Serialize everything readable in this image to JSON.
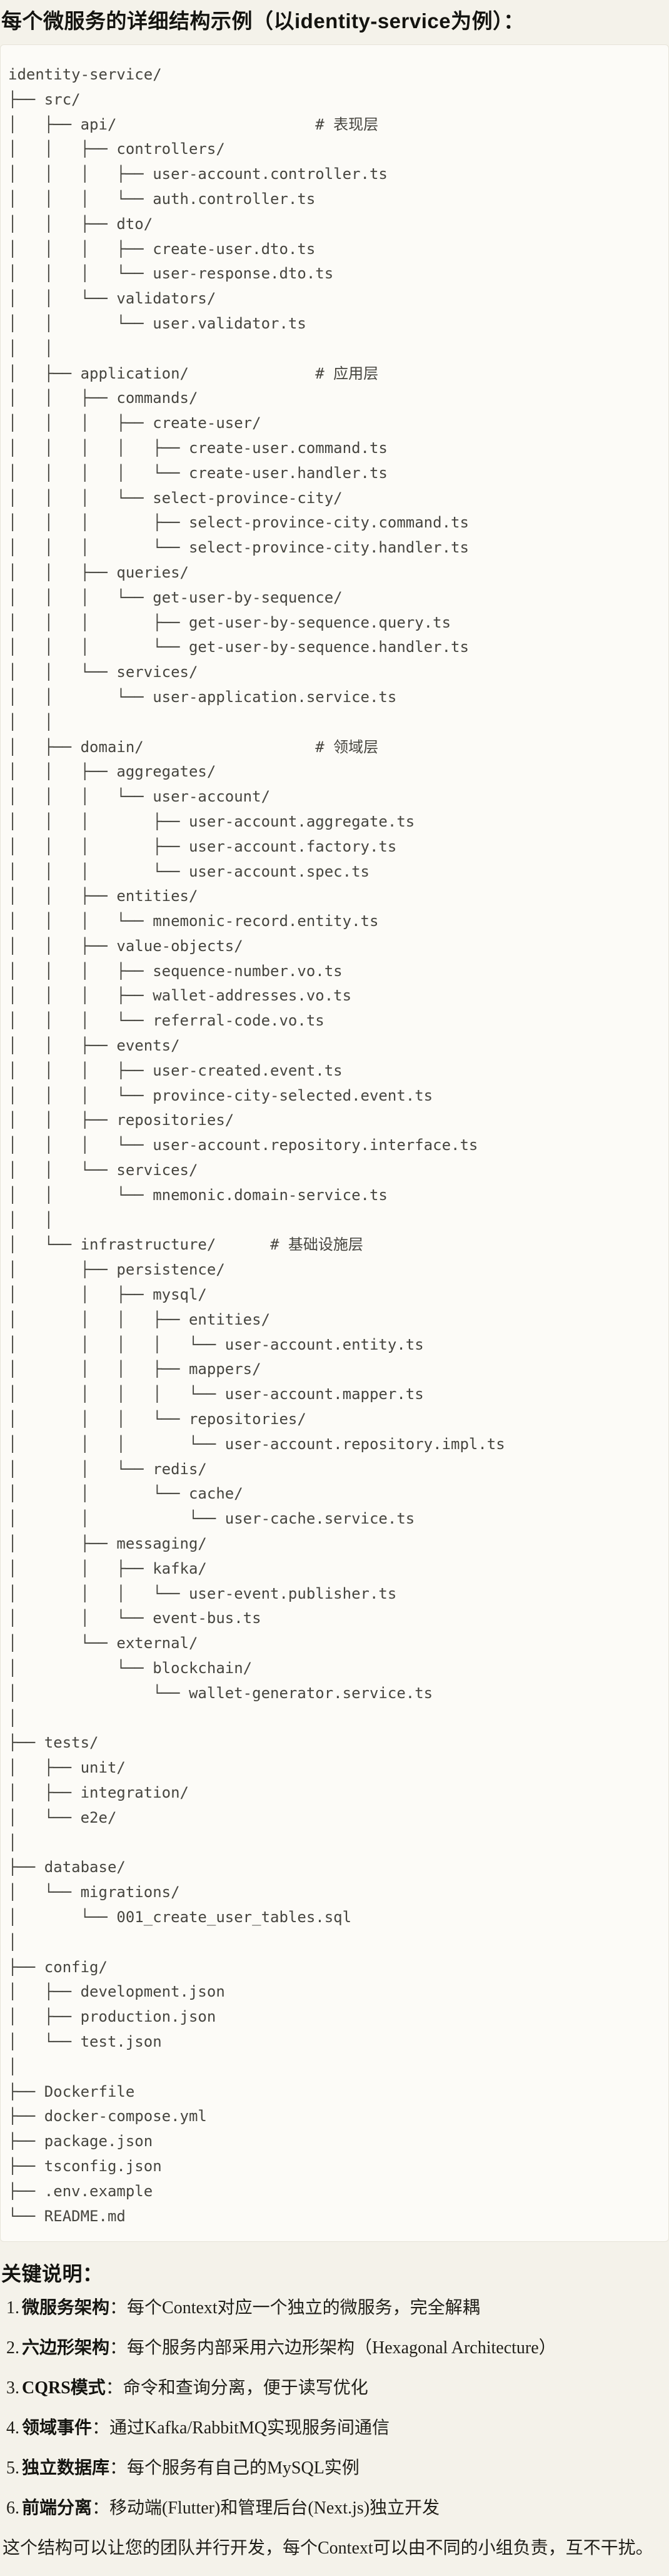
{
  "title": "每个微服务的详细结构示例（以identity-service为例）：",
  "colors": {
    "page_background": "#f4f2ea",
    "code_background": "#fcfbf7",
    "code_border": "#e7e4d9",
    "code_text": "#46453f",
    "body_text": "#201f19"
  },
  "tree": {
    "lines": [
      "identity-service/",
      "├── src/",
      "│   ├── api/                      # 表现层",
      "│   │   ├── controllers/",
      "│   │   │   ├── user-account.controller.ts",
      "│   │   │   └── auth.controller.ts",
      "│   │   ├── dto/",
      "│   │   │   ├── create-user.dto.ts",
      "│   │   │   └── user-response.dto.ts",
      "│   │   └── validators/",
      "│   │       └── user.validator.ts",
      "│   │",
      "│   ├── application/              # 应用层",
      "│   │   ├── commands/",
      "│   │   │   ├── create-user/",
      "│   │   │   │   ├── create-user.command.ts",
      "│   │   │   │   └── create-user.handler.ts",
      "│   │   │   └── select-province-city/",
      "│   │   │       ├── select-province-city.command.ts",
      "│   │   │       └── select-province-city.handler.ts",
      "│   │   ├── queries/",
      "│   │   │   └── get-user-by-sequence/",
      "│   │   │       ├── get-user-by-sequence.query.ts",
      "│   │   │       └── get-user-by-sequence.handler.ts",
      "│   │   └── services/",
      "│   │       └── user-application.service.ts",
      "│   │",
      "│   ├── domain/                   # 领域层",
      "│   │   ├── aggregates/",
      "│   │   │   └── user-account/",
      "│   │   │       ├── user-account.aggregate.ts",
      "│   │   │       ├── user-account.factory.ts",
      "│   │   │       └── user-account.spec.ts",
      "│   │   ├── entities/",
      "│   │   │   └── mnemonic-record.entity.ts",
      "│   │   ├── value-objects/",
      "│   │   │   ├── sequence-number.vo.ts",
      "│   │   │   ├── wallet-addresses.vo.ts",
      "│   │   │   └── referral-code.vo.ts",
      "│   │   ├── events/",
      "│   │   │   ├── user-created.event.ts",
      "│   │   │   └── province-city-selected.event.ts",
      "│   │   ├── repositories/",
      "│   │   │   └── user-account.repository.interface.ts",
      "│   │   └── services/",
      "│   │       └── mnemonic.domain-service.ts",
      "│   │",
      "│   └── infrastructure/      # 基础设施层",
      "│       ├── persistence/",
      "│       │   ├── mysql/",
      "│       │   │   ├── entities/",
      "│       │   │   │   └── user-account.entity.ts",
      "│       │   │   ├── mappers/",
      "│       │   │   │   └── user-account.mapper.ts",
      "│       │   │   └── repositories/",
      "│       │   │       └── user-account.repository.impl.ts",
      "│       │   └── redis/",
      "│       │       └── cache/",
      "│       │           └── user-cache.service.ts",
      "│       ├── messaging/",
      "│       │   ├── kafka/",
      "│       │   │   └── user-event.publisher.ts",
      "│       │   └── event-bus.ts",
      "│       └── external/",
      "│           └── blockchain/",
      "│               └── wallet-generator.service.ts",
      "│",
      "├── tests/",
      "│   ├── unit/",
      "│   ├── integration/",
      "│   └── e2e/",
      "│",
      "├── database/",
      "│   └── migrations/",
      "│       └── 001_create_user_tables.sql",
      "│",
      "├── config/",
      "│   ├── development.json",
      "│   ├── production.json",
      "│   └── test.json",
      "│",
      "├── Dockerfile",
      "├── docker-compose.yml",
      "├── package.json",
      "├── tsconfig.json",
      "├── .env.example",
      "└── README.md"
    ]
  },
  "notes": {
    "heading": "关键说明：",
    "items": [
      {
        "num": "1.",
        "label": "微服务架构",
        "text": "：每个Context对应一个独立的微服务，完全解耦"
      },
      {
        "num": "2.",
        "label": "六边形架构",
        "text": "：每个服务内部采用六边形架构（Hexagonal Architecture）"
      },
      {
        "num": "3.",
        "label": "CQRS模式",
        "text": "：命令和查询分离，便于读写优化"
      },
      {
        "num": "4.",
        "label": "领域事件",
        "text": "：通过Kafka/RabbitMQ实现服务间通信"
      },
      {
        "num": "5.",
        "label": "独立数据库",
        "text": "：每个服务有自己的MySQL实例"
      },
      {
        "num": "6.",
        "label": "前端分离",
        "text": "：移动端(Flutter)和管理后台(Next.js)独立开发"
      }
    ],
    "footer": "这个结构可以让您的团队并行开发，每个Context可以由不同的小组负责，互不干扰。"
  }
}
